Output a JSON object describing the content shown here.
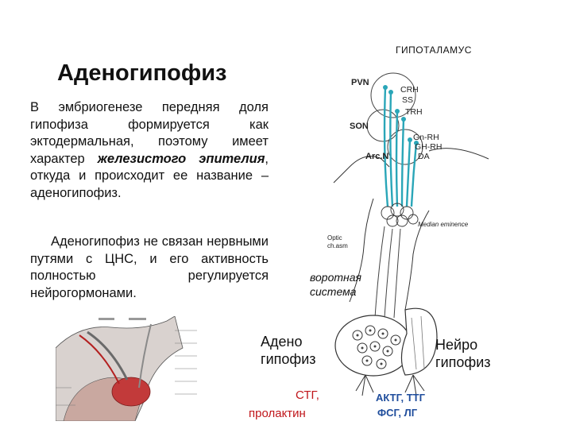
{
  "title": "Аденогипофиз",
  "paragraph1": {
    "part1": "В эмбриогенезе передняя доля гипофиза формируется как эктодермальная, поэтому имеет характер ",
    "bold": "железистого эпителия",
    "part2": ", откуда и происходит ее название – аденогипофиз."
  },
  "paragraph2": "Аденогипофиз не связан нервными путями с ЦНС, и его активность полностью регулируется нейрогормонами.",
  "diagram": {
    "hypothalamus_label": "ГИПОТАЛАМУС",
    "nuclei": [
      "PVN",
      "SON",
      "Arc.N"
    ],
    "hormones": [
      "CRH",
      "SS",
      "TRH",
      "Gn-RH",
      "GH-RH",
      "DA"
    ],
    "median_eminence": "Median eminence",
    "optic_chiasm": [
      "Optic",
      "ch.asm"
    ],
    "portal_system": [
      "воротная",
      "система"
    ],
    "adeno_label": [
      "Адено",
      "гипофиз"
    ],
    "neuro_label": [
      "Нейро",
      "гипофиз"
    ],
    "adeno_hormones": [
      "СТГ,",
      "пролактин"
    ],
    "neuro_side_hormones": [
      "АКТГ, ТТГ",
      "ФСГ, ЛГ"
    ]
  },
  "colors": {
    "axon": "#2aa6b8",
    "red_text": "#c0161b",
    "blue_text": "#1f4d9c"
  }
}
